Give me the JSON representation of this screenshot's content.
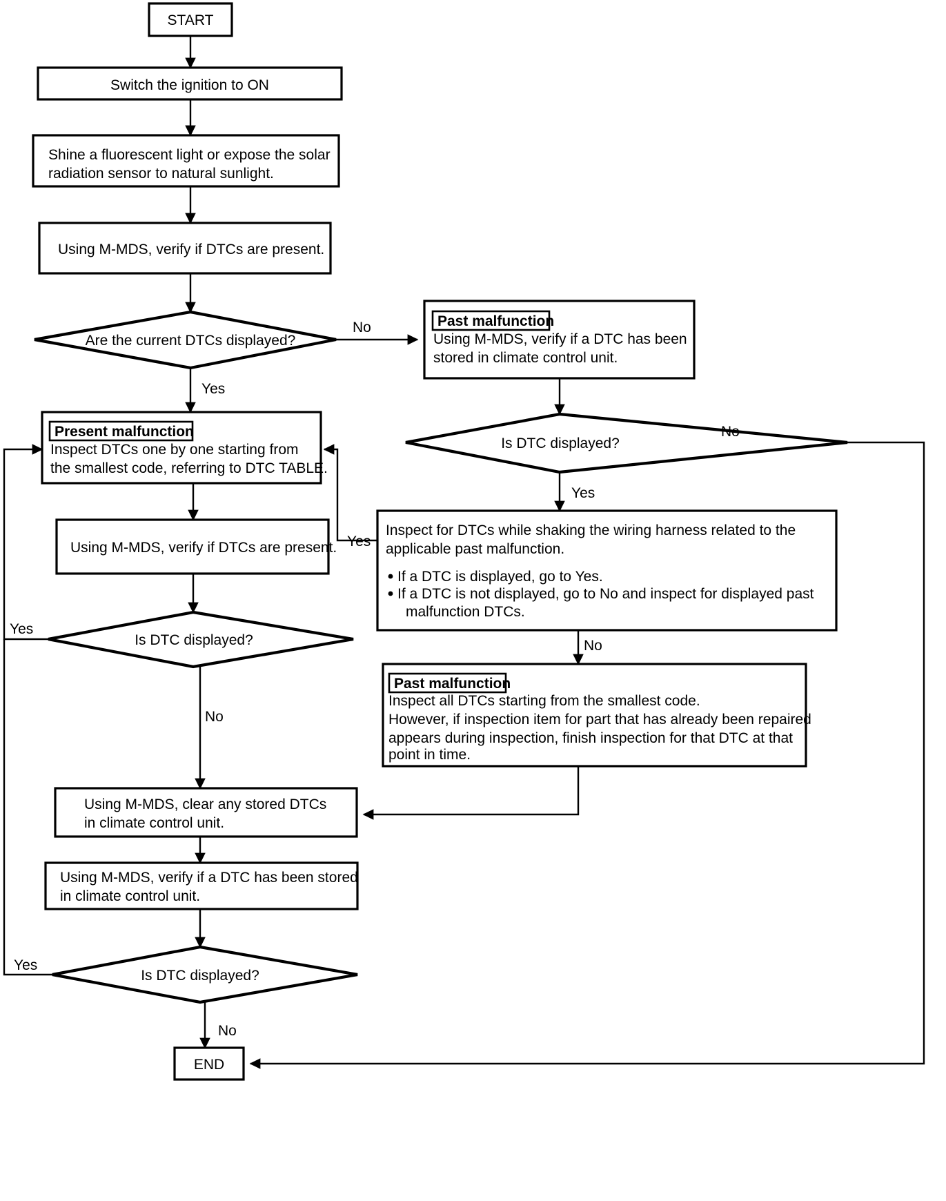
{
  "diagram": {
    "title": "DTC inspection flowchart",
    "type": "flowchart",
    "terminators": {
      "start": "START",
      "end": "END"
    },
    "edge_labels": {
      "yes": "Yes",
      "no": "No"
    },
    "tags": {
      "present_malfunction": "Present malfunction",
      "past_malfunction": "Past malfunction"
    },
    "nodes": {
      "ignition": {
        "lines": [
          "Switch the ignition to ON"
        ]
      },
      "shine_light": {
        "lines": [
          "Shine a fluorescent light or expose the solar",
          "radiation sensor to natural sunlight."
        ]
      },
      "verify_dtcs_1": {
        "lines": [
          "Using M-MDS, verify if DTCs are present."
        ]
      },
      "decision_current_dtcs": {
        "lines": [
          "Are the current DTCs displayed?"
        ]
      },
      "past_malfunction_verify": {
        "tag": "Past malfunction",
        "lines": [
          "Using M-MDS, verify if a DTC has been",
          "stored in climate control unit."
        ]
      },
      "decision_dtc_right": {
        "lines": [
          "Is DTC displayed?"
        ]
      },
      "present_malfunction_inspect": {
        "tag": "Present malfunction",
        "lines": [
          "Inspect DTCs one by one starting from",
          "the smallest code, referring to DTC TABLE."
        ]
      },
      "verify_dtcs_2": {
        "lines": [
          "Using M-MDS, verify if DTCs are present."
        ]
      },
      "decision_dtc_left_mid": {
        "lines": [
          "Is DTC displayed?"
        ]
      },
      "shake_harness": {
        "lines": [
          "Inspect for DTCs while shaking the wiring harness related to the",
          "applicable past malfunction."
        ],
        "bullets": [
          "If a DTC is displayed, go to Yes.",
          "If a DTC is not displayed, go to No and inspect for displayed past",
          "malfunction DTCs."
        ]
      },
      "past_malfunction_inspect_all": {
        "tag": "Past malfunction",
        "lines": [
          "Inspect all DTCs starting from the smallest code.",
          "However, if inspection item for part that has already been repaired",
          "appears during inspection, finish inspection for that DTC at that",
          "point in time."
        ]
      },
      "clear_dtcs": {
        "lines": [
          "Using M-MDS, clear any stored DTCs",
          "in climate control unit."
        ]
      },
      "verify_stored_dtc": {
        "lines": [
          "Using M-MDS, verify if a DTC has been stored",
          "in climate control unit."
        ]
      },
      "decision_dtc_bottom": {
        "lines": [
          "Is DTC displayed?"
        ]
      }
    },
    "colors": {
      "stroke": "#000000",
      "fill": "#ffffff",
      "text": "#000000"
    }
  }
}
